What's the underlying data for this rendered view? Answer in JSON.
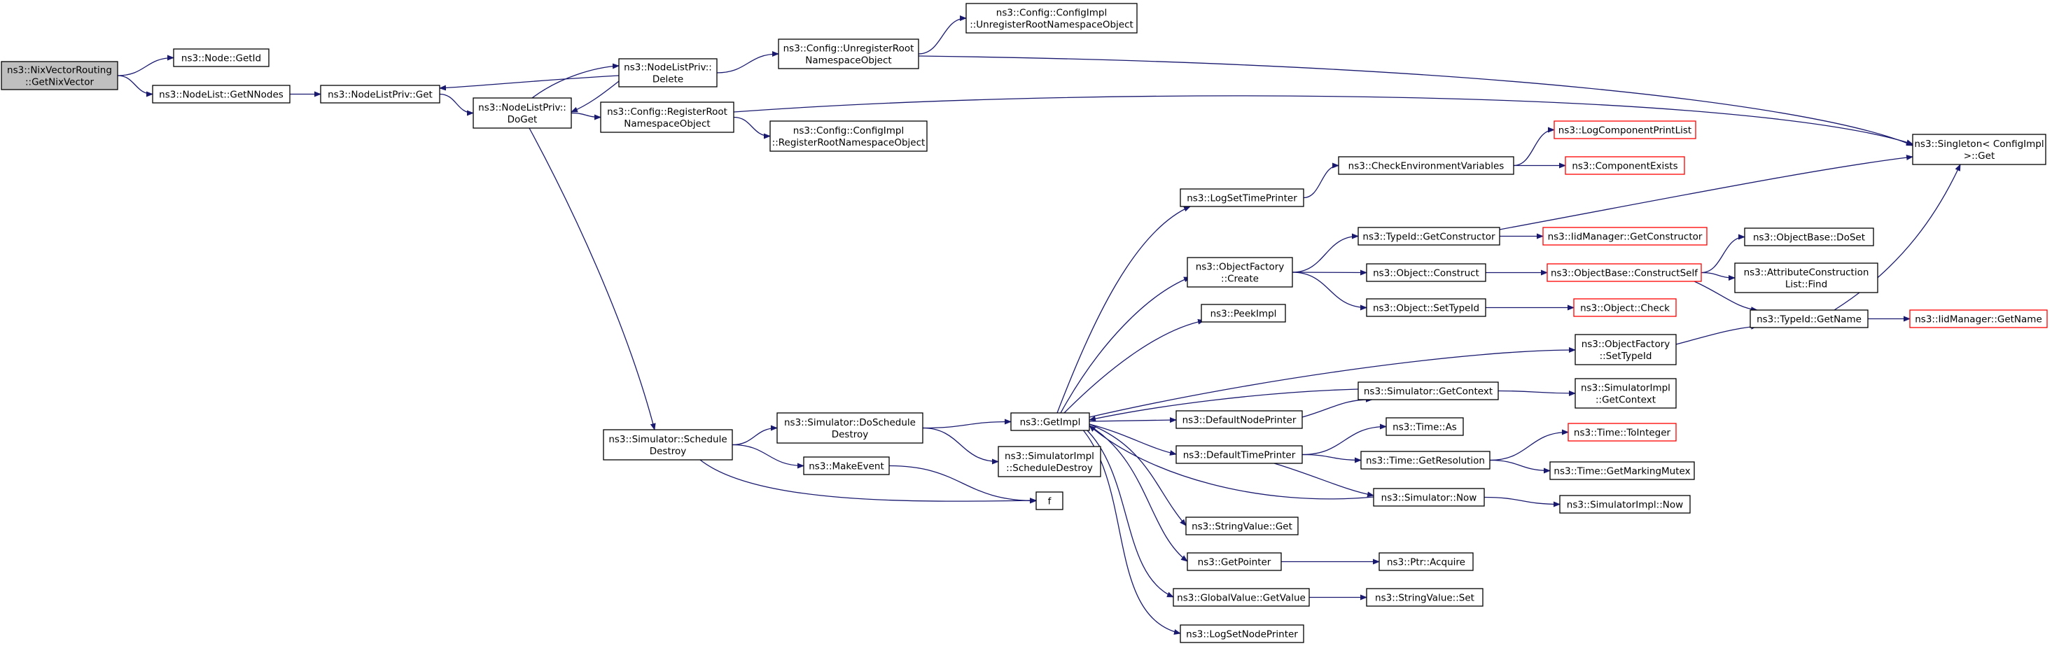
{
  "colors": {
    "edge": "#191970",
    "node_border": "#000000",
    "node_fill": "#ffffff",
    "root_fill": "#bfbfbf",
    "truncated_border": "#ff0000"
  },
  "diagram": {
    "nodes": [
      {
        "id": "root",
        "lines": [
          "ns3::NixVectorRouting",
          "::GetNixVector"
        ],
        "style": "root"
      },
      {
        "id": "node_getid",
        "lines": [
          "ns3::Node::GetId"
        ],
        "style": "normal"
      },
      {
        "id": "nodelist_getnnodes",
        "lines": [
          "ns3::NodeList::GetNNodes"
        ],
        "style": "normal"
      },
      {
        "id": "nodelistpriv_get",
        "lines": [
          "ns3::NodeListPriv::Get"
        ],
        "style": "normal"
      },
      {
        "id": "nodelistpriv_delete",
        "lines": [
          "ns3::NodeListPriv::",
          "Delete"
        ],
        "style": "normal"
      },
      {
        "id": "nodelistpriv_doget",
        "lines": [
          "ns3::NodeListPriv::",
          "DoGet"
        ],
        "style": "normal"
      },
      {
        "id": "config_unregister",
        "lines": [
          "ns3::Config::UnregisterRoot",
          "NamespaceObject"
        ],
        "style": "normal"
      },
      {
        "id": "configimpl_unregister",
        "lines": [
          "ns3::Config::ConfigImpl",
          "::UnregisterRootNamespaceObject"
        ],
        "style": "normal"
      },
      {
        "id": "config_register",
        "lines": [
          "ns3::Config::RegisterRoot",
          "NamespaceObject"
        ],
        "style": "normal"
      },
      {
        "id": "configimpl_register",
        "lines": [
          "ns3::Config::ConfigImpl",
          "::RegisterRootNamespaceObject"
        ],
        "style": "normal"
      },
      {
        "id": "singleton_get",
        "lines": [
          "ns3::Singleton< ConfigImpl",
          ">::Get"
        ],
        "style": "normal"
      },
      {
        "id": "sim_scheduledestroy",
        "lines": [
          "ns3::Simulator::Schedule",
          "Destroy"
        ],
        "style": "normal"
      },
      {
        "id": "sim_doscheduledestroy",
        "lines": [
          "ns3::Simulator::DoSchedule",
          "Destroy"
        ],
        "style": "normal"
      },
      {
        "id": "makeevent",
        "lines": [
          "ns3::MakeEvent"
        ],
        "style": "normal"
      },
      {
        "id": "f",
        "lines": [
          "f"
        ],
        "style": "normal"
      },
      {
        "id": "getimpl",
        "lines": [
          "ns3::GetImpl"
        ],
        "style": "normal"
      },
      {
        "id": "simimpl_scheduledestroy",
        "lines": [
          "ns3::SimulatorImpl",
          "::ScheduleDestroy"
        ],
        "style": "normal"
      },
      {
        "id": "logsettimeprinter",
        "lines": [
          "ns3::LogSetTimePrinter"
        ],
        "style": "normal"
      },
      {
        "id": "checkenv",
        "lines": [
          "ns3::CheckEnvironmentVariables"
        ],
        "style": "normal"
      },
      {
        "id": "logcomponentprintlist",
        "lines": [
          "ns3::LogComponentPrintList"
        ],
        "style": "truncated"
      },
      {
        "id": "componentexists",
        "lines": [
          "ns3::ComponentExists"
        ],
        "style": "truncated"
      },
      {
        "id": "objectfactory_create",
        "lines": [
          "ns3::ObjectFactory",
          "::Create"
        ],
        "style": "normal"
      },
      {
        "id": "typeid_getconstructor",
        "lines": [
          "ns3::TypeId::GetConstructor"
        ],
        "style": "normal"
      },
      {
        "id": "iidmanager_getconstructor",
        "lines": [
          "ns3::IidManager::GetConstructor"
        ],
        "style": "truncated"
      },
      {
        "id": "object_construct",
        "lines": [
          "ns3::Object::Construct"
        ],
        "style": "normal"
      },
      {
        "id": "objectbase_constructself",
        "lines": [
          "ns3::ObjectBase::ConstructSelf"
        ],
        "style": "truncated"
      },
      {
        "id": "objectbase_doset",
        "lines": [
          "ns3::ObjectBase::DoSet"
        ],
        "style": "normal"
      },
      {
        "id": "attrconstruction_find",
        "lines": [
          "ns3::AttributeConstruction",
          "List::Find"
        ],
        "style": "normal"
      },
      {
        "id": "object_settypeid",
        "lines": [
          "ns3::Object::SetTypeId"
        ],
        "style": "normal"
      },
      {
        "id": "object_check",
        "lines": [
          "ns3::Object::Check"
        ],
        "style": "truncated"
      },
      {
        "id": "typeid_getname",
        "lines": [
          "ns3::TypeId::GetName"
        ],
        "style": "normal"
      },
      {
        "id": "iidmanager_getname",
        "lines": [
          "ns3::IidManager::GetName"
        ],
        "style": "truncated"
      },
      {
        "id": "peekimpl",
        "lines": [
          "ns3::PeekImpl"
        ],
        "style": "normal"
      },
      {
        "id": "objectfactory_settypeid",
        "lines": [
          "ns3::ObjectFactory",
          "::SetTypeId"
        ],
        "style": "normal"
      },
      {
        "id": "sim_getcontext",
        "lines": [
          "ns3::Simulator::GetContext"
        ],
        "style": "normal"
      },
      {
        "id": "simimpl_getcontext",
        "lines": [
          "ns3::SimulatorImpl",
          "::GetContext"
        ],
        "style": "normal"
      },
      {
        "id": "defaultnodeprinter",
        "lines": [
          "ns3::DefaultNodePrinter"
        ],
        "style": "normal"
      },
      {
        "id": "defaulttimeprinter",
        "lines": [
          "ns3::DefaultTimePrinter"
        ],
        "style": "normal"
      },
      {
        "id": "time_as",
        "lines": [
          "ns3::Time::As"
        ],
        "style": "normal"
      },
      {
        "id": "time_getresolution",
        "lines": [
          "ns3::Time::GetResolution"
        ],
        "style": "normal"
      },
      {
        "id": "time_tointeger",
        "lines": [
          "ns3::Time::ToInteger"
        ],
        "style": "truncated"
      },
      {
        "id": "time_getmarkingmutex",
        "lines": [
          "ns3::Time::GetMarkingMutex"
        ],
        "style": "normal"
      },
      {
        "id": "sim_now",
        "lines": [
          "ns3::Simulator::Now"
        ],
        "style": "normal"
      },
      {
        "id": "simimpl_now",
        "lines": [
          "ns3::SimulatorImpl::Now"
        ],
        "style": "normal"
      },
      {
        "id": "stringvalue_get",
        "lines": [
          "ns3::StringValue::Get"
        ],
        "style": "normal"
      },
      {
        "id": "getpointer",
        "lines": [
          "ns3::GetPointer"
        ],
        "style": "normal"
      },
      {
        "id": "ptr_acquire",
        "lines": [
          "ns3::Ptr::Acquire"
        ],
        "style": "normal"
      },
      {
        "id": "globalvalue_getvalue",
        "lines": [
          "ns3::GlobalValue::GetValue"
        ],
        "style": "normal"
      },
      {
        "id": "stringvalue_set",
        "lines": [
          "ns3::StringValue::Set"
        ],
        "style": "normal"
      },
      {
        "id": "logsetnodeprinter",
        "lines": [
          "ns3::LogSetNodePrinter"
        ],
        "style": "normal"
      }
    ],
    "edges": [
      [
        "root",
        "node_getid"
      ],
      [
        "root",
        "nodelist_getnnodes"
      ],
      [
        "nodelist_getnnodes",
        "nodelistpriv_get"
      ],
      [
        "nodelistpriv_get",
        "nodelistpriv_doget"
      ],
      [
        "nodelistpriv_delete",
        "nodelistpriv_get"
      ],
      [
        "nodelistpriv_delete",
        "nodelistpriv_doget"
      ],
      [
        "nodelistpriv_doget",
        "nodelistpriv_delete"
      ],
      [
        "nodelistpriv_delete",
        "config_unregister"
      ],
      [
        "config_unregister",
        "configimpl_unregister"
      ],
      [
        "config_unregister",
        "singleton_get"
      ],
      [
        "nodelistpriv_doget",
        "config_register"
      ],
      [
        "config_register",
        "configimpl_register"
      ],
      [
        "config_register",
        "singleton_get"
      ],
      [
        "nodelistpriv_doget",
        "sim_scheduledestroy"
      ],
      [
        "sim_scheduledestroy",
        "sim_doscheduledestroy"
      ],
      [
        "sim_scheduledestroy",
        "makeevent"
      ],
      [
        "sim_scheduledestroy",
        "f"
      ],
      [
        "makeevent",
        "f"
      ],
      [
        "sim_doscheduledestroy",
        "getimpl"
      ],
      [
        "sim_doscheduledestroy",
        "simimpl_scheduledestroy"
      ],
      [
        "getimpl",
        "logsettimeprinter"
      ],
      [
        "logsettimeprinter",
        "checkenv"
      ],
      [
        "checkenv",
        "logcomponentprintlist"
      ],
      [
        "checkenv",
        "componentexists"
      ],
      [
        "getimpl",
        "objectfactory_create"
      ],
      [
        "objectfactory_create",
        "typeid_getconstructor"
      ],
      [
        "typeid_getconstructor",
        "iidmanager_getconstructor"
      ],
      [
        "typeid_getconstructor",
        "singleton_get"
      ],
      [
        "objectfactory_create",
        "object_construct"
      ],
      [
        "object_construct",
        "objectbase_constructself"
      ],
      [
        "objectbase_constructself",
        "objectbase_doset"
      ],
      [
        "objectbase_constructself",
        "attrconstruction_find"
      ],
      [
        "objectbase_constructself",
        "typeid_getname"
      ],
      [
        "objectfactory_create",
        "object_settypeid"
      ],
      [
        "object_settypeid",
        "object_check"
      ],
      [
        "typeid_getname",
        "iidmanager_getname"
      ],
      [
        "typeid_getname",
        "singleton_get"
      ],
      [
        "getimpl",
        "peekimpl"
      ],
      [
        "getimpl",
        "objectfactory_settypeid"
      ],
      [
        "objectfactory_settypeid",
        "typeid_getname"
      ],
      [
        "sim_getcontext",
        "getimpl"
      ],
      [
        "sim_getcontext",
        "simimpl_getcontext"
      ],
      [
        "getimpl",
        "defaultnodeprinter"
      ],
      [
        "defaultnodeprinter",
        "sim_getcontext"
      ],
      [
        "getimpl",
        "defaulttimeprinter"
      ],
      [
        "defaulttimeprinter",
        "time_as"
      ],
      [
        "defaulttimeprinter",
        "time_getresolution"
      ],
      [
        "time_getresolution",
        "time_tointeger"
      ],
      [
        "time_getresolution",
        "time_getmarkingmutex"
      ],
      [
        "defaulttimeprinter",
        "sim_now"
      ],
      [
        "sim_now",
        "getimpl"
      ],
      [
        "sim_now",
        "simimpl_now"
      ],
      [
        "getimpl",
        "stringvalue_get"
      ],
      [
        "getimpl",
        "getpointer"
      ],
      [
        "getpointer",
        "ptr_acquire"
      ],
      [
        "getimpl",
        "globalvalue_getvalue"
      ],
      [
        "globalvalue_getvalue",
        "stringvalue_set"
      ],
      [
        "getimpl",
        "logsetnodeprinter"
      ]
    ]
  }
}
